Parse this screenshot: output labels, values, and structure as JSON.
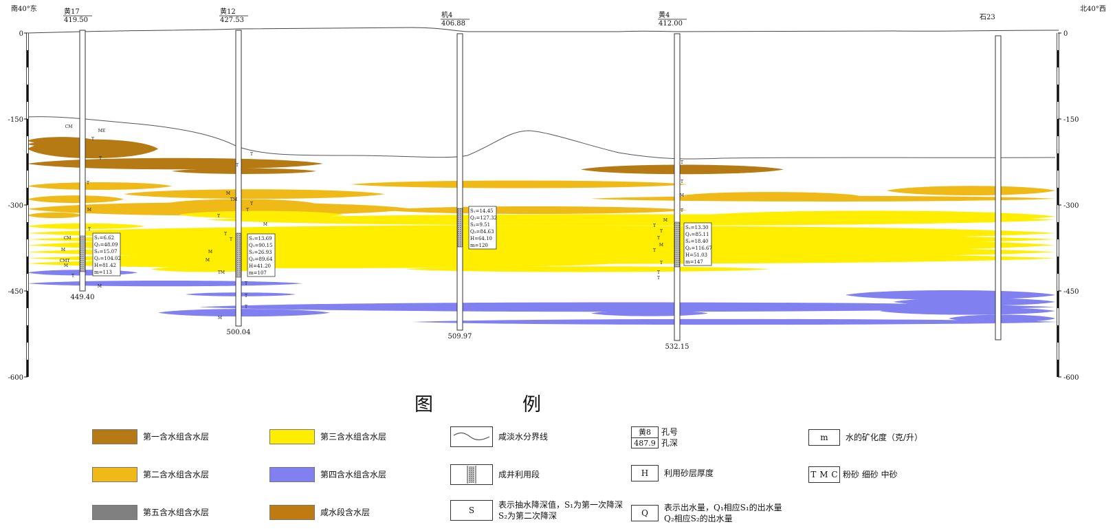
{
  "directions": {
    "left": "南40°东",
    "right": "北40°西"
  },
  "depth_ticks": [
    "0",
    "-150",
    "-300",
    "-450",
    "-600"
  ],
  "right_depth_ticks": [
    "0",
    "-150",
    "-300",
    "-450",
    "-600"
  ],
  "wells": [
    {
      "name": "黄17",
      "elevation": "419.50",
      "depth": "449.40",
      "params": [
        "S₁=6.62",
        "Q₁=48.09",
        "S₂=15.07",
        "Q₂=104.02",
        "H=81.42",
        "m=113"
      ]
    },
    {
      "name": "黄12",
      "elevation": "427.53",
      "depth": "500.04",
      "params": [
        "S₁=13.69",
        "Q₁=90.15",
        "S₂=26.93",
        "Q₂=89.64",
        "H=41.20",
        "m=107"
      ]
    },
    {
      "name": "机4",
      "elevation": "406.88",
      "depth": "509.97",
      "params": [
        "S₁=14.45",
        "Q₁=127.32",
        "S₂=9.51",
        "Q₂=84.63",
        "H=64.10",
        "m=120"
      ]
    },
    {
      "name": "黄4",
      "elevation": "412.00",
      "depth": "532.15",
      "params": [
        "S₁=13.30",
        "Q₁=85.11",
        "S₂=18.40",
        "Q₂=116.67",
        "H=51.03",
        "m=147"
      ]
    },
    {
      "name": "石23",
      "elevation": "",
      "depth": "",
      "params": []
    }
  ],
  "lithology_marks": [
    "CM",
    "ME",
    "T",
    "T",
    "T",
    "M",
    "T",
    "CM",
    "M",
    "CMT",
    "M",
    "T",
    "M",
    "T",
    "T",
    "M",
    "TM",
    "T",
    "T",
    "T",
    "M",
    "T",
    "T",
    "M",
    "M",
    "TM",
    "T",
    "T",
    "T",
    "M",
    "T",
    "T",
    "M",
    "T",
    "M",
    "T",
    "T",
    "T",
    "M",
    "T",
    "T",
    "T",
    "T"
  ],
  "colors": {
    "aquifer_1": "#b67a14",
    "aquifer_2": "#efba18",
    "aquifer_3": "#ffee00",
    "aquifer_4": "#8080f0",
    "aquifer_5": "#808080",
    "saline": "#c07a12",
    "boundary_line": "#555555"
  },
  "legend": {
    "title_1": "图",
    "title_2": "例",
    "aquifer_1": "第一含水组含水层",
    "aquifer_2": "第二含水组含水层",
    "aquifer_5": "第五含水组含水层",
    "aquifer_3": "第三含水组含水层",
    "aquifer_4": "第四含水组含水层",
    "saline": "咸水段含水层",
    "boundary": "咸淡水分界线",
    "screen": "成井利用段",
    "s_symbol": "S",
    "s_text_1": "表示抽水降深值，S₁为第一次降深",
    "s_text_2": "S₂为第二次降深",
    "hole_sample_name": "黄8",
    "hole_sample_depth": "487.9",
    "hole_label_1": "孔号",
    "hole_label_2": "孔深",
    "h_symbol": "H",
    "h_text": "利用砂层厚度",
    "q_symbol": "Q",
    "q_text_1": "表示出水量，Q₁相应S₁的出水量",
    "q_text_2": "Q₂相应S₂的出水量",
    "m_symbol": "m",
    "m_text": "水的矿化度（克/升）",
    "tmc_t": "T",
    "tmc_m": "M",
    "tmc_c": "C",
    "tmc_text": "粉砂  细砂  中砂"
  }
}
